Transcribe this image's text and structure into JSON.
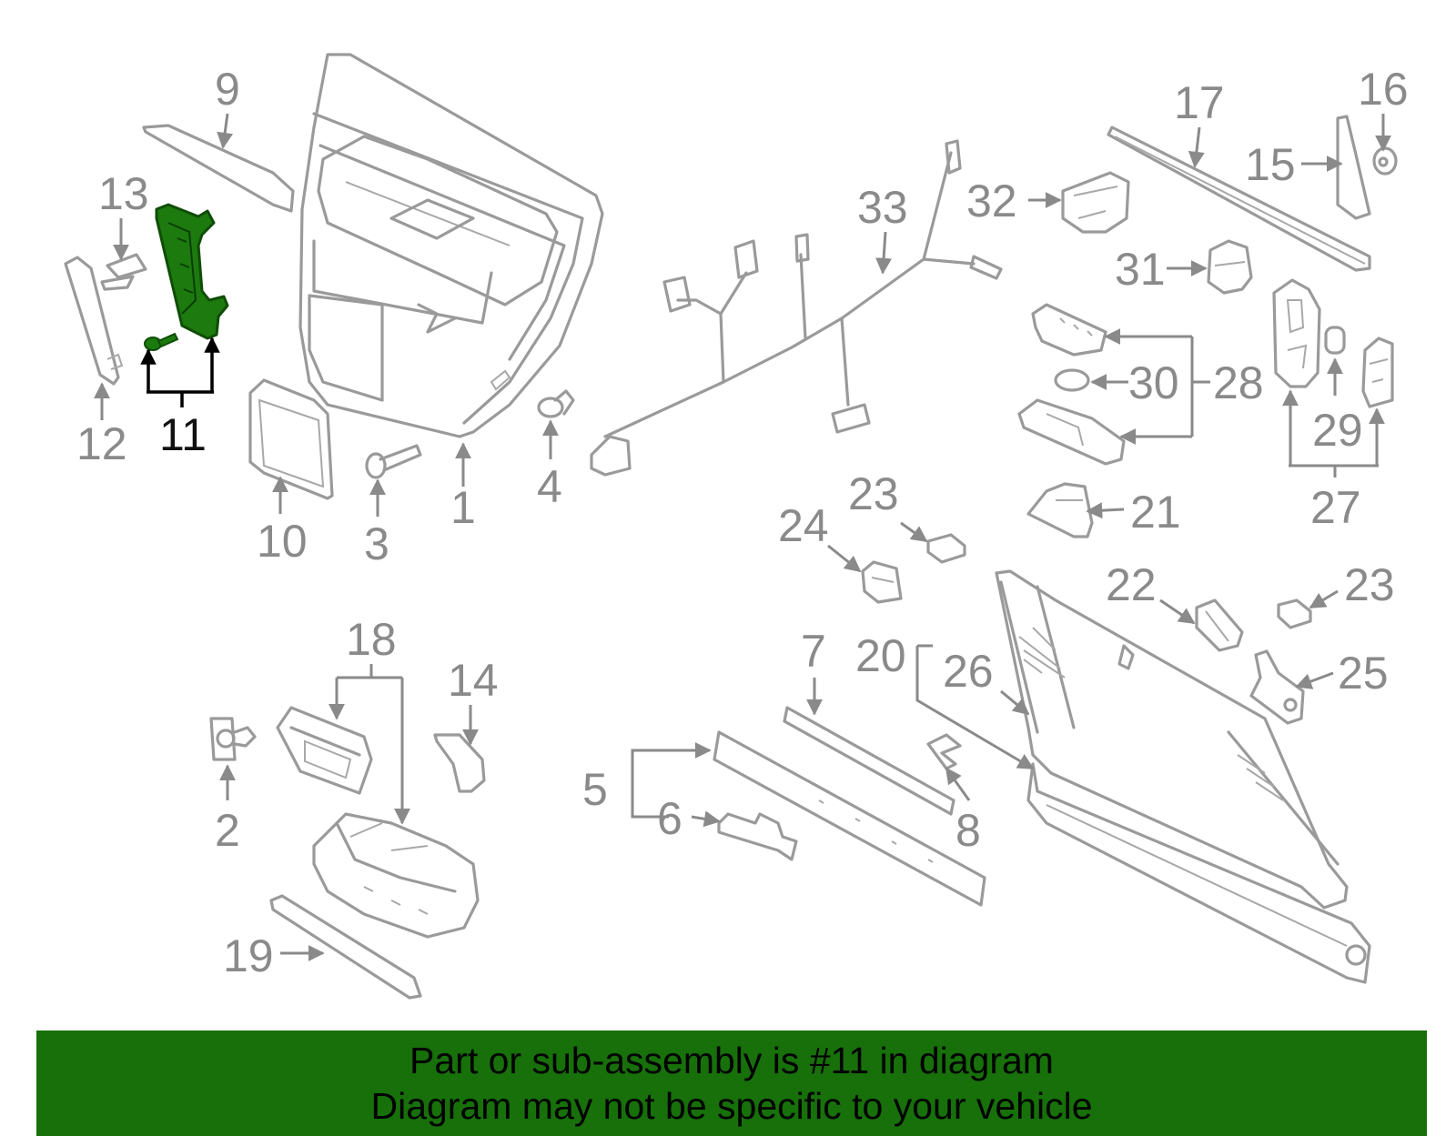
{
  "highlight_part": "11",
  "colors": {
    "banner": "#17700a",
    "highlight": "#1c7a0e",
    "part_lines": "#9a9a9a",
    "labels": "#8a8a8a"
  },
  "labels": {
    "l1": "1",
    "l2": "2",
    "l3": "3",
    "l4": "4",
    "l5": "5",
    "l6": "6",
    "l7": "7",
    "l8": "8",
    "l9": "9",
    "l10": "10",
    "l11": "11",
    "l12": "12",
    "l13": "13",
    "l14": "14",
    "l15": "15",
    "l16": "16",
    "l17": "17",
    "l18": "18",
    "l19": "19",
    "l20": "20",
    "l21": "21",
    "l22": "22",
    "l23a": "23",
    "l23b": "23",
    "l24": "24",
    "l25": "25",
    "l26": "26",
    "l27": "27",
    "l28": "28",
    "l29": "29",
    "l30": "30",
    "l31": "31",
    "l32": "32",
    "l33": "33"
  },
  "banner": {
    "line1": "Part or sub-assembly is #11 in diagram",
    "line2": "Diagram may not be specific to your vehicle"
  }
}
